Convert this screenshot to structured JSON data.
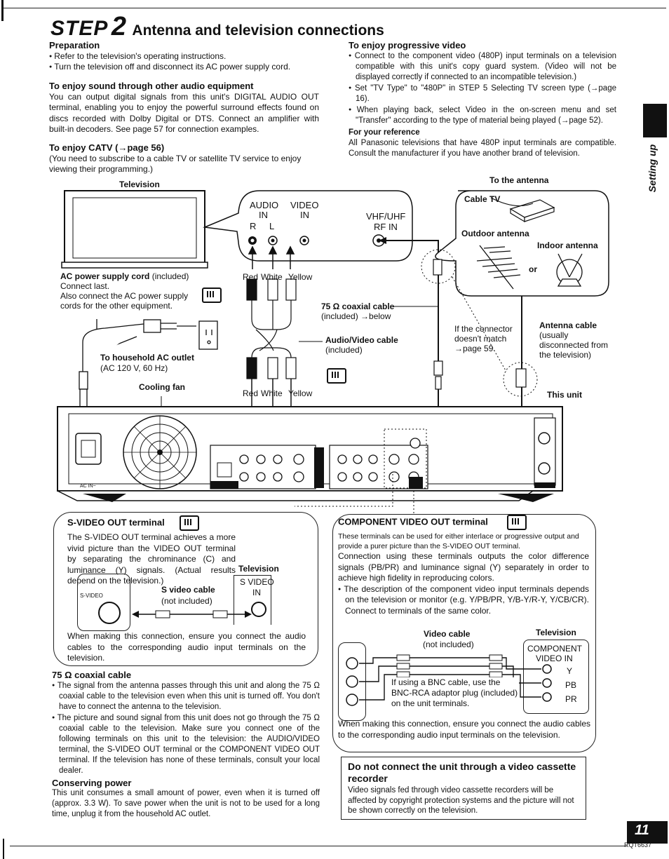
{
  "header": {
    "step_word": "STEP",
    "step_num": "2",
    "title": "Antenna and television connections"
  },
  "side_tab": {
    "label": "Setting up"
  },
  "page": {
    "number": "11",
    "code": "RQT6637"
  },
  "preparation": {
    "heading": "Preparation",
    "items": [
      "Refer to the television's operating instructions.",
      "Turn the television off and disconnect its AC power supply cord."
    ]
  },
  "surround": {
    "heading": "To enjoy sound through other audio equipment",
    "text": "You can output digital signals from this unit's DIGITAL AUDIO OUT terminal, enabling you to enjoy the powerful surround effects found on discs recorded with Dolby Digital or DTS. Connect an amplifier with built-in decoders. See page 57 for connection examples."
  },
  "catv": {
    "heading": "To enjoy CATV (→page 56)",
    "text": "(You need to subscribe to a cable TV or satellite TV service to enjoy viewing their programming.)"
  },
  "progressive": {
    "heading": "To enjoy progressive video",
    "items": [
      "Connect to the component video (480P) input terminals on a television compatible with this unit's copy guard system. (Video will not be displayed correctly if connected to an incompatible television.)",
      "Set \"TV Type\" to \"480P\" in STEP 5 Selecting TV screen type (→page 16).",
      "When playing back, select Video in the on-screen menu and set \"Transfer\" according to the type of material being played (→page 52)."
    ],
    "ref_heading": "For your reference",
    "ref_text": "All Panasonic televisions that have 480P input terminals are compatible. Consult the manufacturer if you have another brand of television."
  },
  "diagram": {
    "television": "Television",
    "audio": "AUDIO",
    "in": "IN",
    "r": "R",
    "l": "L",
    "video": "VIDEO",
    "video_in": "IN",
    "vhf_uhf": "VHF/UHF",
    "rf_in": "RF IN",
    "to_antenna": "To the antenna",
    "cable_tv": "Cable TV",
    "outdoor_antenna": "Outdoor antenna",
    "indoor_antenna": "Indoor antenna",
    "or": "or",
    "ac_cord_bold": "AC power supply cord",
    "ac_cord_rest": " (included)",
    "connect_last": "Connect last.",
    "also_connect": "Also connect the AC power supply cords for the other equipment.",
    "household_outlet": "To household AC outlet",
    "outlet_spec": "(AC 120 V, 60 Hz)",
    "cooling_fan": "Cooling fan",
    "red": "Red",
    "white": "White",
    "yellow": "Yellow",
    "coax_bold": "75 Ω coaxial cable",
    "coax_rest": "(included) →below",
    "av_cable_bold": "Audio/Video cable",
    "av_cable_rest": "(included)",
    "not_match": "If the connector doesn't match →page 59.",
    "antenna_cable_bold": "Antenna cable",
    "antenna_cable_rest": "(usually disconnected from the television)",
    "this_unit": "This unit",
    "acin": "AC IN~"
  },
  "svideo": {
    "heading": "S-VIDEO OUT terminal",
    "text": "The S-VIDEO OUT terminal achieves a more vivid picture than the VIDEO OUT terminal by separating the chrominance (C) and luminance (Y) signals. (Actual results depend on the television.)",
    "television": "Television",
    "svideo_in": "S VIDEO",
    "in": "IN",
    "cable": "S video cable",
    "cable_note": "(not included)",
    "jack_label": "S-VIDEO",
    "note": "When making this connection, ensure you connect the audio cables to the corresponding audio input terminals on the television."
  },
  "coax": {
    "heading": "75 Ω coaxial cable",
    "items": [
      "The signal from the antenna passes through this unit and along the 75 Ω coaxial cable to the television even when this unit is turned off. You don't have to connect the antenna to the television.",
      "The picture and sound signal from this unit does not go through the 75 Ω coaxial cable to the television. Make sure you connect one of the following terminals on this unit to the television: the AUDIO/VIDEO terminal, the S-VIDEO OUT terminal or the COMPONENT VIDEO OUT terminal. If the television has none of these terminals, consult your local dealer."
    ]
  },
  "power": {
    "heading": "Conserving power",
    "text": "This unit consumes a small amount of power, even when it is turned off (approx. 3.3 W). To save power when the unit is not to be used for a long time, unplug it from the household AC outlet."
  },
  "component": {
    "heading": "COMPONENT VIDEO OUT terminal",
    "intro": "These terminals can be used for either interlace or progressive output and provide a purer picture than the S-VIDEO OUT terminal.",
    "text": "Connection using these terminals outputs the color difference signals (PB/PR) and luminance signal (Y) separately in order to achieve high fidelity in reproducing colors.",
    "bullet": "The description of the component video input terminals depends on the television or monitor (e.g. Y/PB/PR, Y/B-Y/R-Y, Y/CB/CR). Connect to terminals of the same color.",
    "video_cable": "Video cable",
    "not_included": "(not included)",
    "television": "Television",
    "comp_label": "COMPONENT",
    "video_in": "VIDEO IN",
    "y": "Y",
    "pb": "PB",
    "pr": "PR",
    "bnc_note": "If using a BNC cable, use the BNC-RCA adaptor plug (included) on the unit terminals.",
    "note": "When making this connection, ensure you connect the audio cables to the corresponding audio input terminals on the television."
  },
  "vcr_warning": {
    "heading": "Do not connect the unit through a video cassette recorder",
    "text": "Video signals fed through video cassette recorders will be affected by copyright protection systems and the picture will not be shown correctly on the television."
  }
}
